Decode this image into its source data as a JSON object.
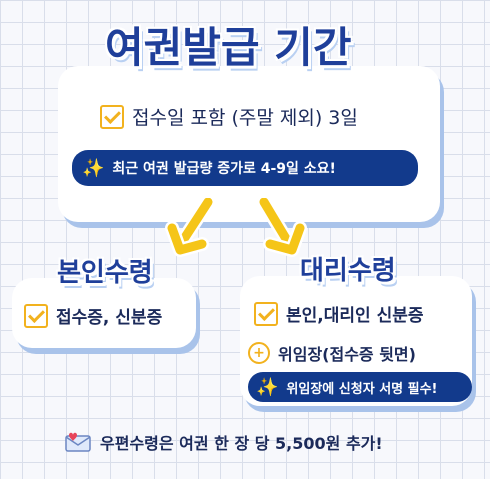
{
  "title": "여권발급 기간",
  "period_card": {
    "check_line": "접수일 포함 (주말 제외) 3일",
    "notice": "최근 여권 발급량 증가로 4-9일 소요!"
  },
  "self_pickup": {
    "title": "본인수령",
    "item": "접수증, 신분증"
  },
  "proxy_pickup": {
    "title": "대리수령",
    "item1": "본인,대리인 신분증",
    "item2": "위임장(접수증 뒷면)",
    "notice": "위임장에 신청자 서명 필수!"
  },
  "footer": {
    "text": "우편수령은 여권 한 장 당 5,500원 추가!"
  },
  "colors": {
    "navy": "#123a8c",
    "title_blue": "#1f3f9a",
    "yellow": "#f2b21e",
    "heart": "#e8455a"
  },
  "icons": [
    "checkbox-icon",
    "sparkle-icon",
    "arrow-down-icon",
    "plus-circle-icon",
    "envelope-heart-icon"
  ]
}
